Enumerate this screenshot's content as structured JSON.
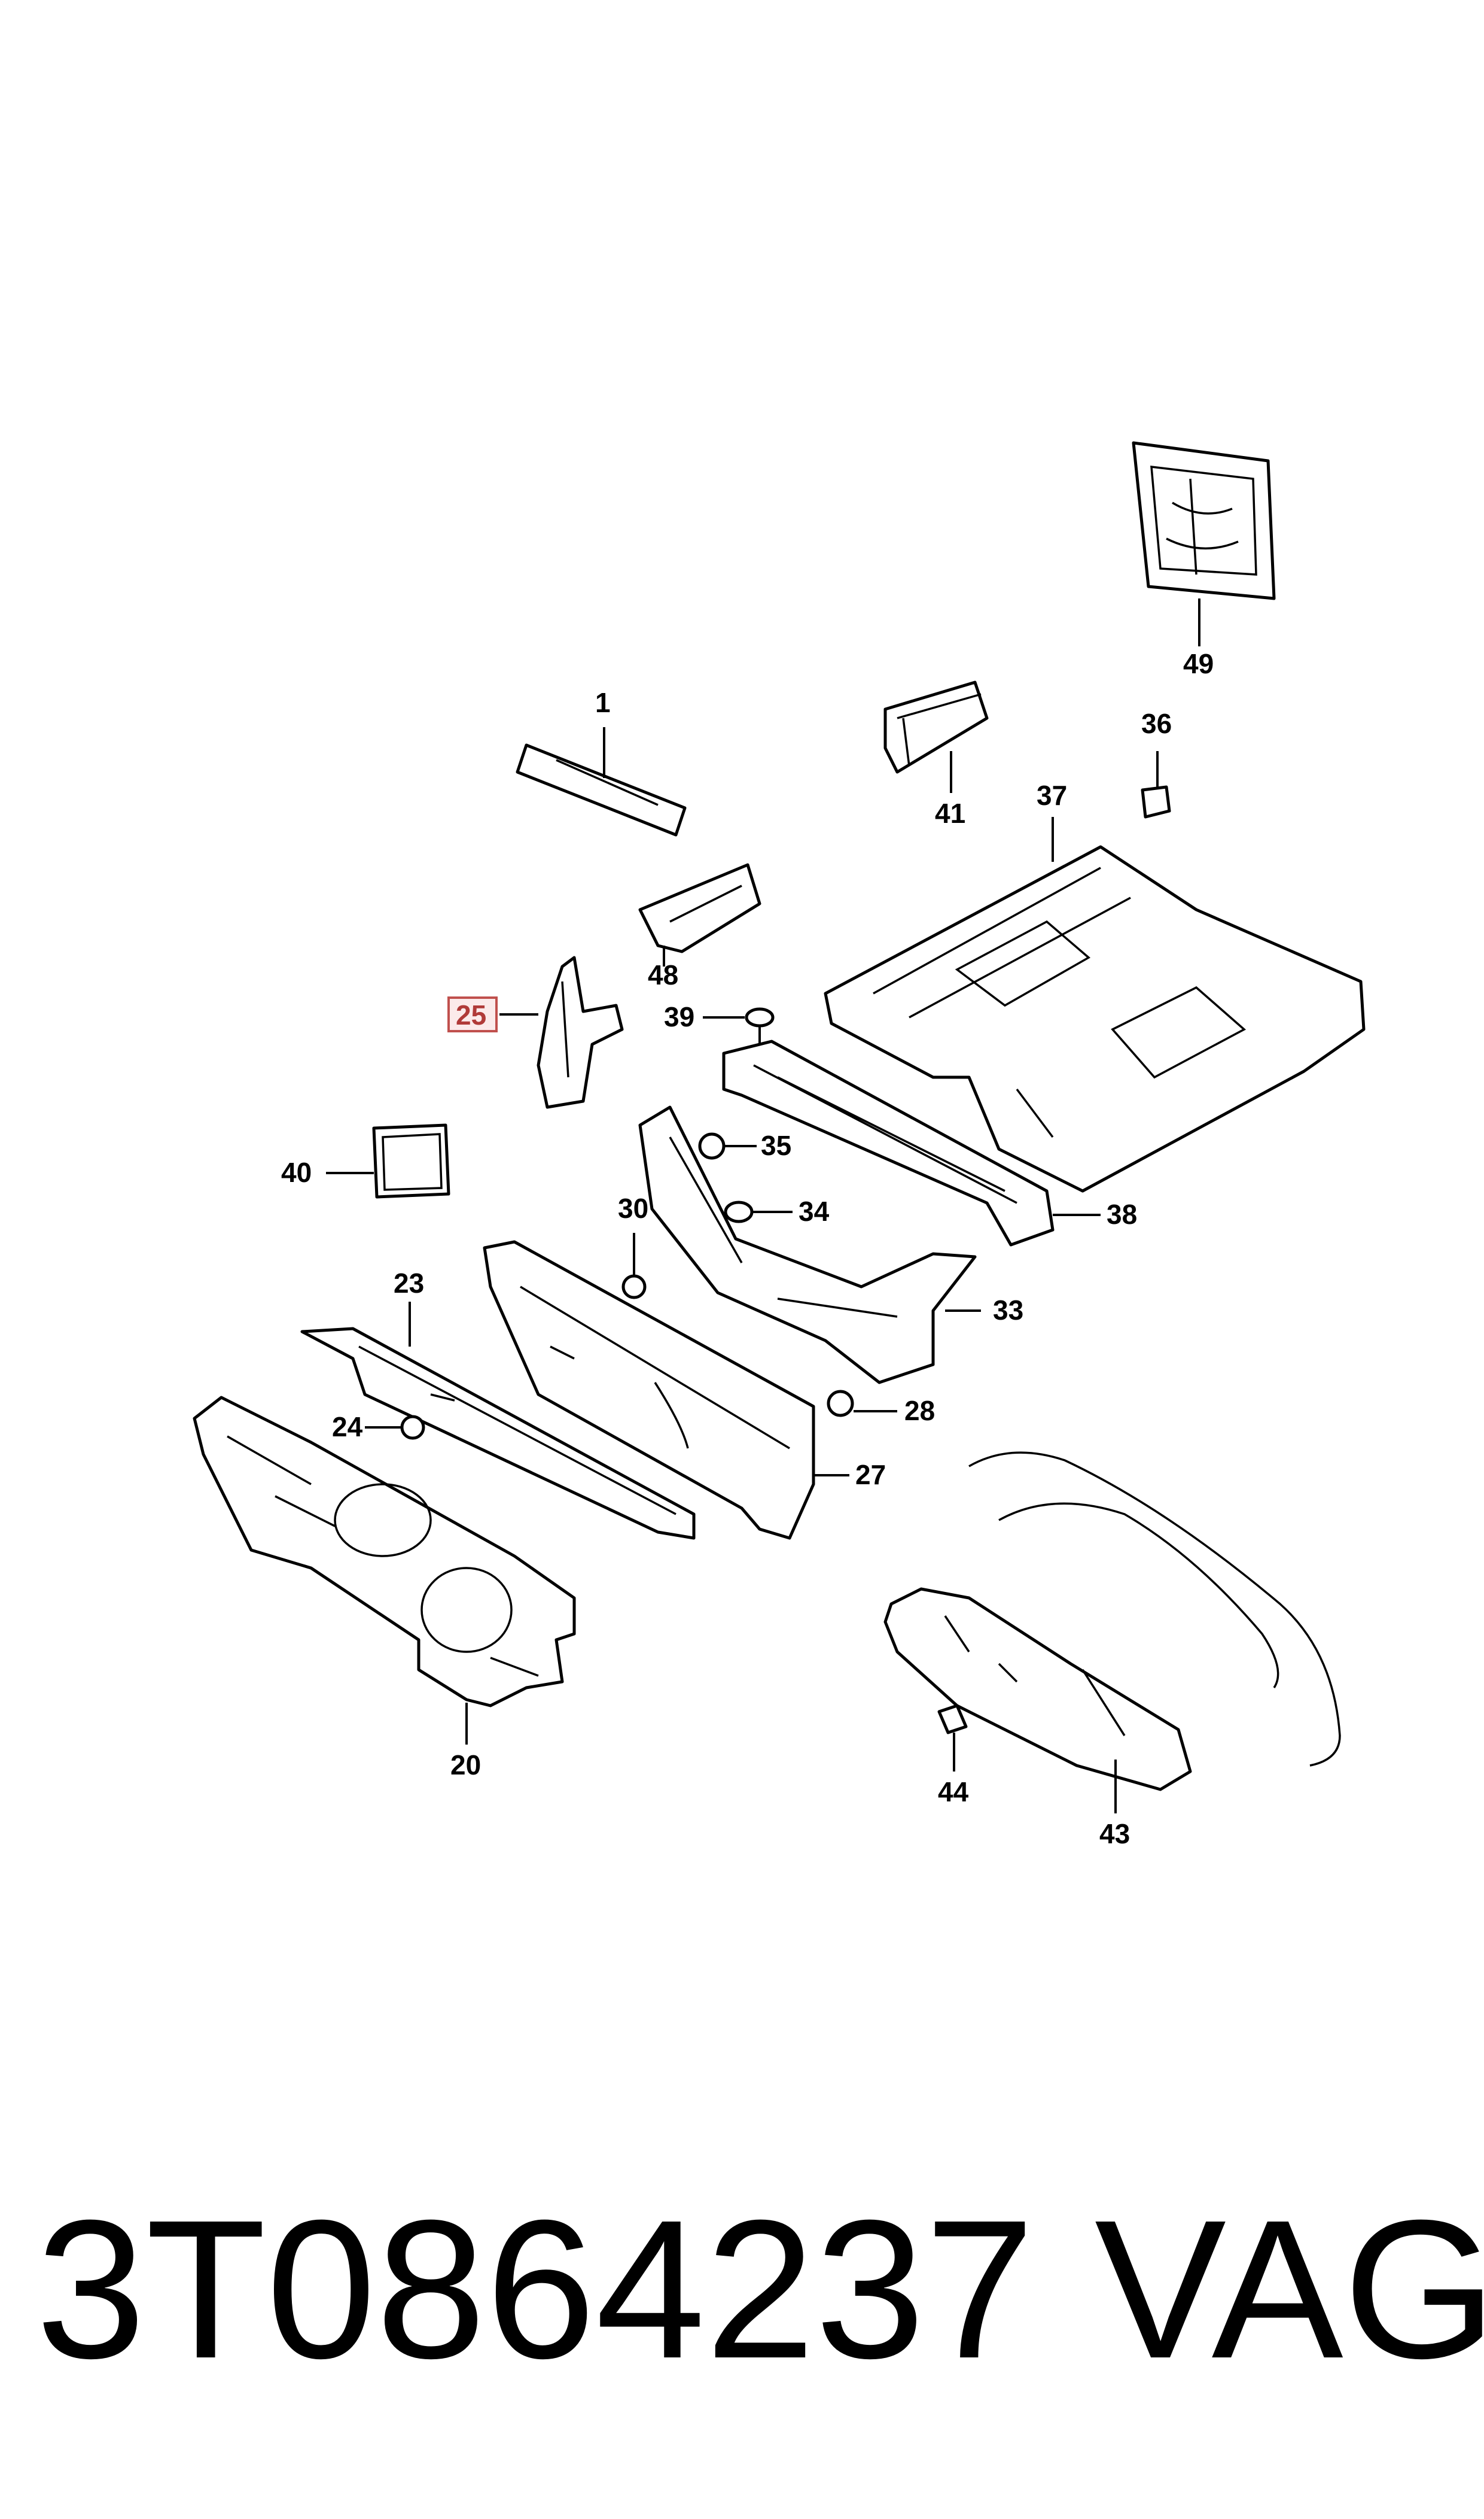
{
  "callouts": {
    "c1": "1",
    "c20": "20",
    "c23": "23",
    "c24": "24",
    "c25": "25",
    "c27": "27",
    "c28": "28",
    "c30": "30",
    "c33": "33",
    "c34": "34",
    "c35": "35",
    "c36": "36",
    "c37": "37",
    "c38": "38",
    "c39": "39",
    "c40": "40",
    "c41": "41",
    "c43": "43",
    "c44": "44",
    "c48": "48",
    "c49": "49"
  },
  "highlighted_callout": "25",
  "highlight_color": "#c0504d",
  "footer": {
    "part_number": "3T0864237",
    "brand": "VAG"
  }
}
